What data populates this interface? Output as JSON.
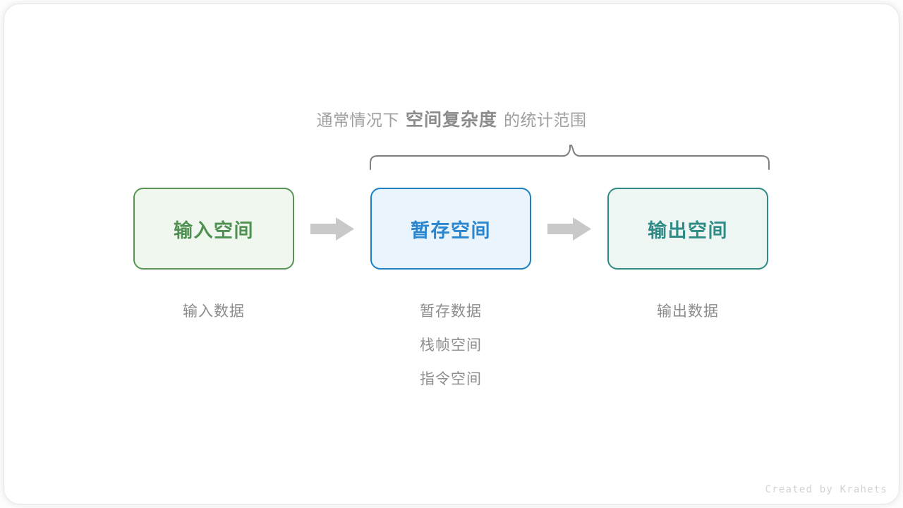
{
  "canvas": {
    "background": "#fdfdfd",
    "card_background": "#ffffff"
  },
  "heading": {
    "prefix": "通常情况下",
    "emphasis": "空间复杂度",
    "suffix": "的统计范围",
    "color": "#9a9a9a",
    "emphasis_color": "#8c8c8c"
  },
  "brace": {
    "name": "scope-brace",
    "color": "#808080",
    "spans_from": "暂存空间",
    "spans_to": "输出空间"
  },
  "boxes": [
    {
      "id": "input",
      "label": "输入空间",
      "border_color": "#5a9455",
      "fill_color": "#f0f7ef",
      "text_color": "#4f9150"
    },
    {
      "id": "temp",
      "label": "暂存空间",
      "border_color": "#1b7fc4",
      "fill_color": "#e9f4fc",
      "text_color": "#2a86cf"
    },
    {
      "id": "output",
      "label": "输出空间",
      "border_color": "#2f8a85",
      "fill_color": "#eef6f4",
      "text_color": "#2e8b85"
    }
  ],
  "arrows": [
    {
      "id": "arrow-input-to-temp",
      "icon": "block-arrow-right-icon",
      "color": "#c9c9c9"
    },
    {
      "id": "arrow-temp-to-output",
      "icon": "block-arrow-right-icon",
      "color": "#c9c9c9"
    }
  ],
  "captions": [
    {
      "id": "input",
      "lines": [
        "输入数据"
      ]
    },
    {
      "id": "temp",
      "lines": [
        "暂存数据",
        "栈帧空间",
        "指令空间"
      ]
    },
    {
      "id": "output",
      "lines": [
        "输出数据"
      ]
    }
  ],
  "caption_color": "#8e8e8e",
  "credit": {
    "text": "Created by Krahets",
    "color": "#d3d3d3"
  }
}
